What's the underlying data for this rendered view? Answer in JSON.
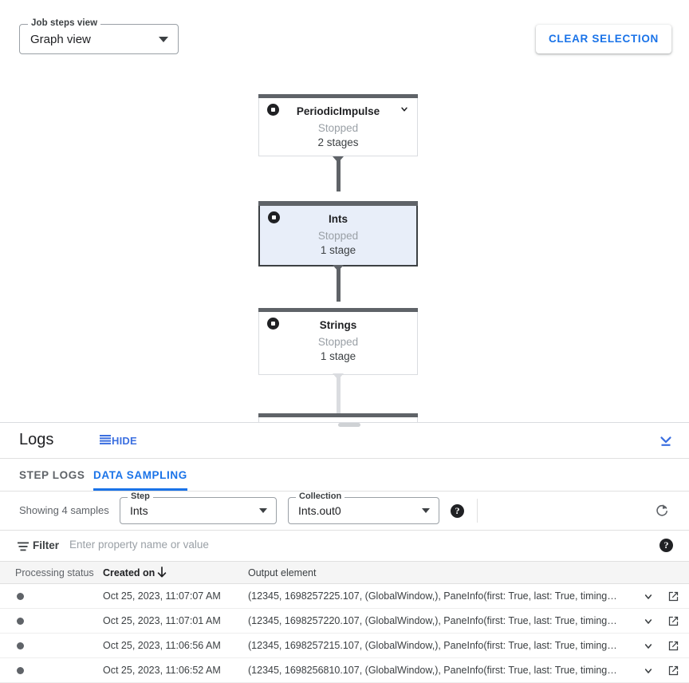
{
  "graph_toolbar": {
    "view_select": {
      "label": "Job steps view",
      "value": "Graph view"
    },
    "clear_selection_label": "CLEAR SELECTION"
  },
  "graph": {
    "nodes": [
      {
        "title": "PeriodicImpulse",
        "status": "Stopped",
        "stages": "2 stages",
        "selected": false,
        "has_chevron": true
      },
      {
        "title": "Ints",
        "status": "Stopped",
        "stages": "1 stage",
        "selected": true,
        "has_chevron": false
      },
      {
        "title": "Strings",
        "status": "Stopped",
        "stages": "1 stage",
        "selected": false,
        "has_chevron": false
      }
    ]
  },
  "logs": {
    "title": "Logs",
    "hide_label": "HIDE",
    "tabs": [
      {
        "label": "STEP LOGS",
        "active": false
      },
      {
        "label": "DATA SAMPLING",
        "active": true
      }
    ]
  },
  "sampling": {
    "showing_text": "Showing 4 samples",
    "step_select": {
      "label": "Step",
      "value": "Ints"
    },
    "collection_select": {
      "label": "Collection",
      "value": "Ints.out0"
    },
    "help_glyph": "?",
    "refresh_icon": "refresh-icon"
  },
  "filter": {
    "label": "Filter",
    "placeholder": "Enter property name or value",
    "value": "",
    "help_glyph": "?"
  },
  "table": {
    "columns": [
      {
        "key": "status",
        "label": "Processing status",
        "sorted": false
      },
      {
        "key": "created",
        "label": "Created on",
        "sorted": true,
        "sort_dir": "desc"
      },
      {
        "key": "output",
        "label": "Output element",
        "sorted": false
      }
    ],
    "rows": [
      {
        "status": "stopped",
        "created": "Oct 25, 2023, 11:07:07 AM",
        "output": "(12345, 1698257225.107, (GlobalWindow,), PaneInfo(first: True, last: True, timing…"
      },
      {
        "status": "stopped",
        "created": "Oct 25, 2023, 11:07:01 AM",
        "output": "(12345, 1698257220.107, (GlobalWindow,), PaneInfo(first: True, last: True, timing…"
      },
      {
        "status": "stopped",
        "created": "Oct 25, 2023, 11:06:56 AM",
        "output": "(12345, 1698257215.107, (GlobalWindow,), PaneInfo(first: True, last: True, timing…"
      },
      {
        "status": "stopped",
        "created": "Oct 25, 2023, 11:06:52 AM",
        "output": "(12345, 1698256810.107, (GlobalWindow,), PaneInfo(first: True, last: True, timing…"
      }
    ]
  },
  "colors": {
    "accent_blue": "#1a73e8",
    "node_header_grey": "#5f6368",
    "selected_node_fill": "#e8eef9",
    "edge_grey": "#5f6368",
    "edge_light": "#dadce0"
  }
}
